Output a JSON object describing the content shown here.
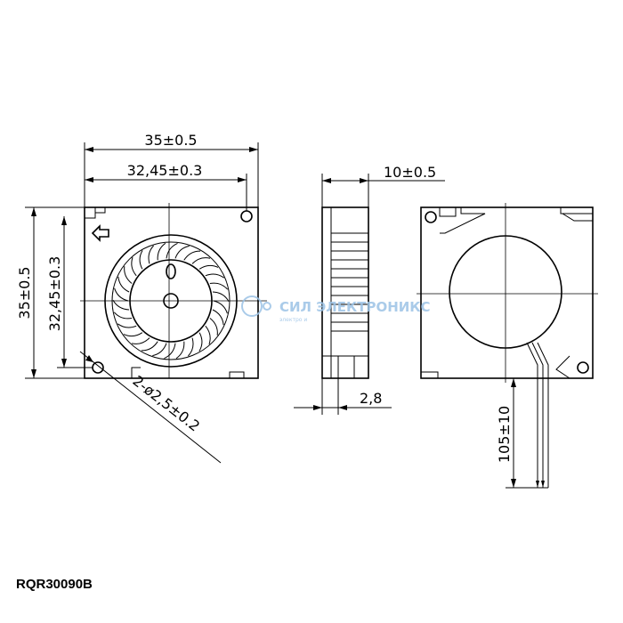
{
  "drawing": {
    "dimensions": {
      "width_outer": "35±0.5",
      "width_holes": "32,45±0.3",
      "height_outer": "35±0.5",
      "height_holes": "32,45±0.3",
      "holes": "2-ø2,5±0.2",
      "thickness": "10±0.5",
      "bottom_step": "2,8",
      "lead_length": "105±10"
    },
    "watermark": {
      "text": "СИЛ  ЭЛЕКТРОНИКС",
      "sub": "электро  и  ",
      "color": "#9cc3e6"
    },
    "model": "RQR30090B",
    "airflow_icon": "arrow-left-outline-icon"
  }
}
